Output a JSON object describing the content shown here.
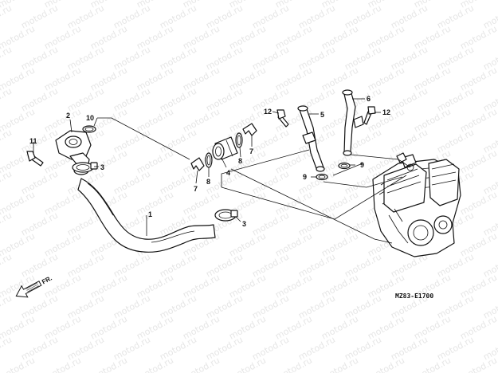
{
  "watermark": "motod.ru",
  "diagram_code": "MZ83-E1700",
  "direction_label": "FR.",
  "callouts": {
    "hose": "1",
    "water_outlet": "2",
    "clamp_upper": "3",
    "clamp_lower": "3",
    "joint": "4",
    "pipe_left": "5",
    "pipe_right": "6",
    "clip_upper": "7",
    "clip_lower": "7",
    "oring_upper": "8",
    "oring_lower": "8",
    "oring_pipe_left": "9",
    "oring_pipe_right": "9",
    "oring_outlet": "10",
    "bolt_outlet": "11",
    "bolt_pipe_left": "12",
    "bolt_pipe_right": "12"
  }
}
